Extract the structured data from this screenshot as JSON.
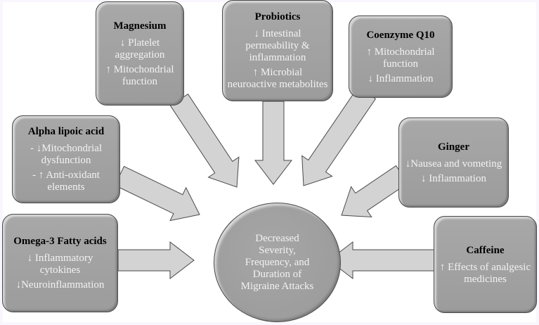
{
  "diagram": {
    "center": {
      "lines": [
        "Decreased",
        "Severity,",
        "Frequency, and",
        "Duration of",
        "Migraine Attacks"
      ]
    },
    "nodes": [
      {
        "id": "magnesium",
        "title": "Magnesium",
        "lines": [
          "↓ Platelet aggregation",
          "↑ Mitochondrial function"
        ]
      },
      {
        "id": "probiotics",
        "title": "Probiotics",
        "lines": [
          "↓ Intestinal permeability & inflammation",
          "↑ Microbial neuroactive metabolites"
        ]
      },
      {
        "id": "coenzyme-q10",
        "title": "Coenzyme Q10",
        "lines": [
          "↑ Mitochondrial function",
          "↓ Inflammation"
        ]
      },
      {
        "id": "alpha-lipoic-acid",
        "title": "Alpha lipoic acid",
        "lines": [
          "- ↓Mitochondrial dysfunction",
          "- ↑ Anti-oxidant elements"
        ]
      },
      {
        "id": "ginger",
        "title": "Ginger",
        "lines": [
          "↓Nausea and vometing",
          "↓ Inflammation"
        ]
      },
      {
        "id": "omega-3",
        "title": "Omega-3 Fatty acids",
        "lines": [
          "↓ Inflammatory cytokines",
          "↓Neuroinflammation"
        ]
      },
      {
        "id": "caffeine",
        "title": "Caffeine",
        "lines": [
          "↑ Effects of analgesic medicines"
        ]
      }
    ],
    "colors": {
      "box_fill": "#a3a3a3",
      "arrow_fill": "#d3d3d3",
      "title_text": "#000000",
      "body_text": "#f2f2f2",
      "outline": "#4a4a4a"
    }
  }
}
